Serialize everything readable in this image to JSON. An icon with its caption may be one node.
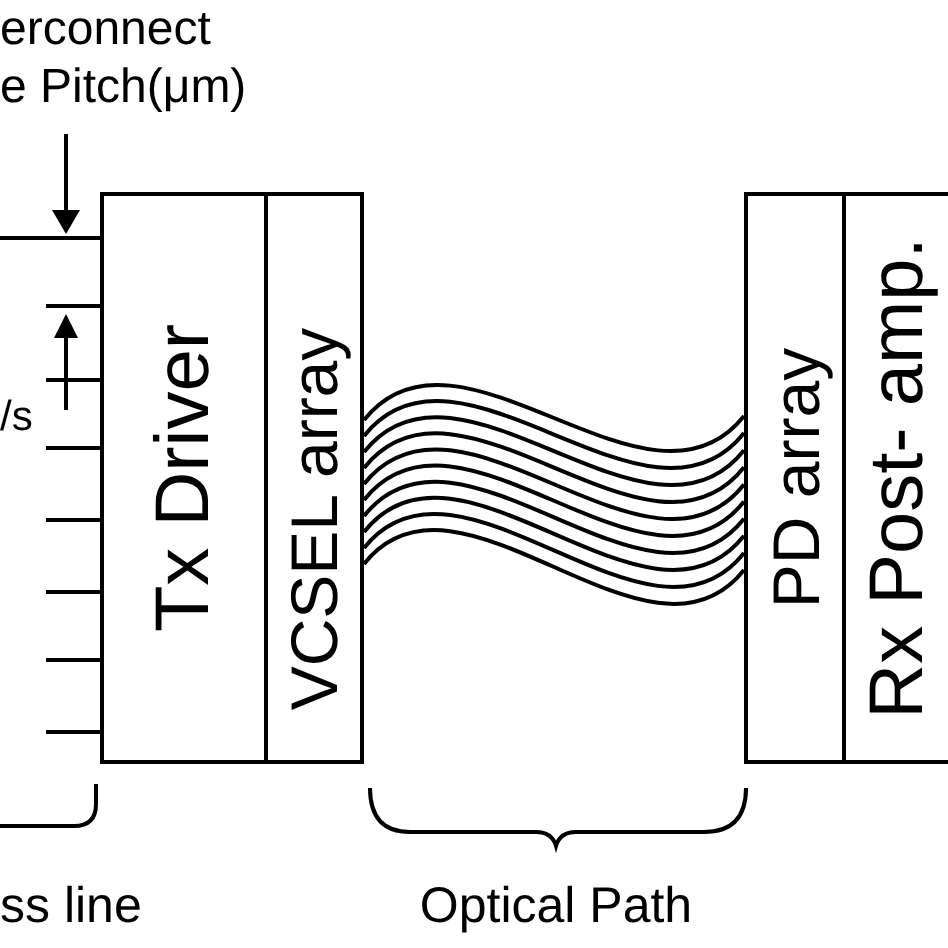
{
  "diagram": {
    "nodes": [
      {
        "text": [
          "Tx Driver"
        ]
      },
      {
        "text": [
          "VCSEL array"
        ]
      },
      {
        "text": [
          "PD array"
        ]
      },
      {
        "text": [
          "Rx Post- amp."
        ]
      }
    ],
    "edges": [
      {
        "from": null,
        "to": 0,
        "arrow": "none"
      },
      {
        "from": null,
        "to": 0,
        "arrow": "none"
      },
      {
        "from": null,
        "to": 0,
        "arrow": "none"
      },
      {
        "from": null,
        "to": 0,
        "arrow": "none"
      },
      {
        "from": null,
        "to": 0,
        "arrow": "none"
      },
      {
        "from": null,
        "to": 0,
        "arrow": "none"
      },
      {
        "from": null,
        "to": 0,
        "arrow": "none"
      },
      {
        "from": null,
        "to": 0,
        "arrow": "none"
      },
      {
        "from": 1,
        "to": 2,
        "arrow": "none"
      },
      {
        "from": 1,
        "to": 2,
        "arrow": "none"
      },
      {
        "from": 1,
        "to": 2,
        "arrow": "none"
      },
      {
        "from": 1,
        "to": 2,
        "arrow": "none"
      },
      {
        "from": 1,
        "to": 2,
        "arrow": "none"
      },
      {
        "from": 1,
        "to": 2,
        "arrow": "none"
      },
      {
        "from": 1,
        "to": 2,
        "arrow": "none"
      },
      {
        "from": 1,
        "to": 2,
        "arrow": "none"
      },
      {
        "from": 1,
        "to": 2,
        "arrow": "none"
      },
      {
        "from": 1,
        "to": 2,
        "arrow": "none"
      }
    ],
    "labels": [
      "erconnect e Pitch(μm)",
      "/s",
      "ss line",
      "Optical Path"
    ]
  }
}
